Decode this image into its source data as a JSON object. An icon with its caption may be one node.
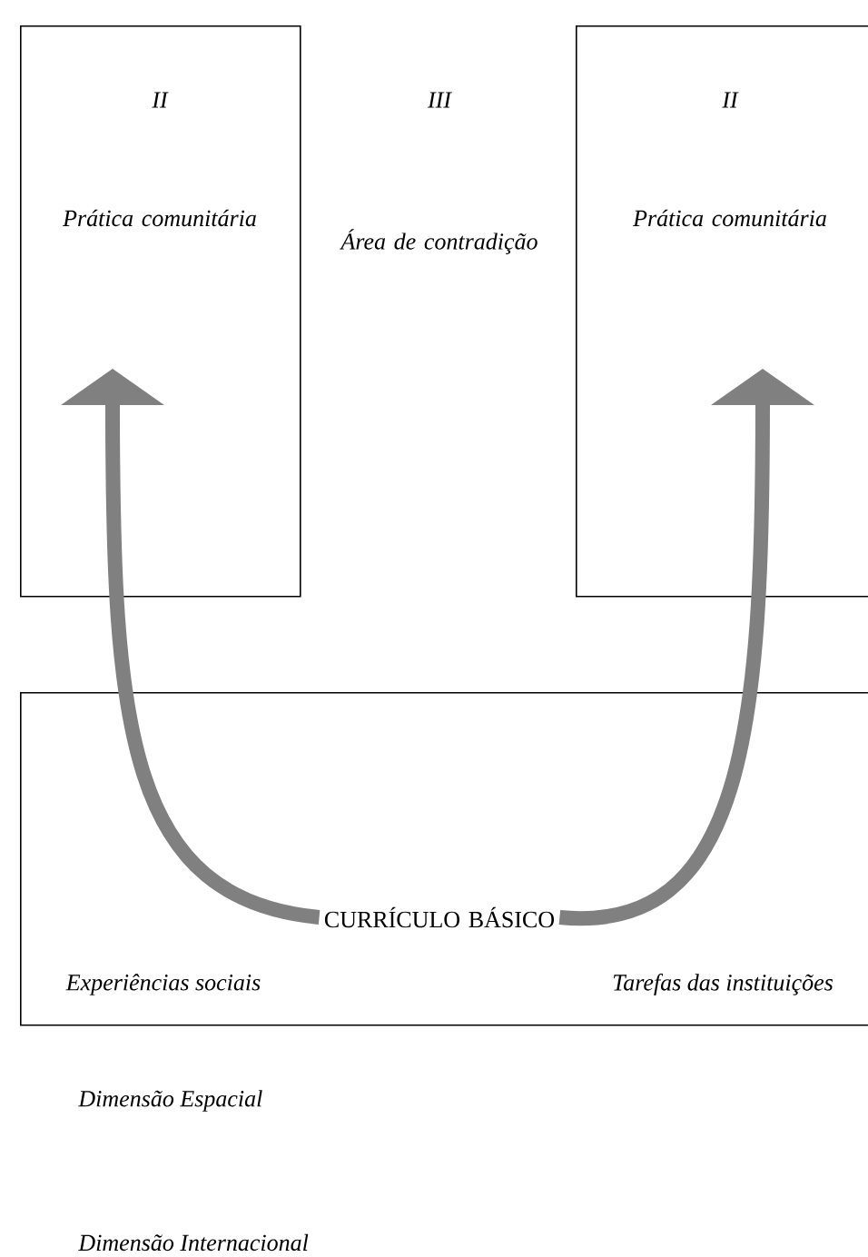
{
  "diagram": {
    "nodes": [
      {
        "text": [
          "II",
          "Prática comunitária"
        ]
      },
      {
        "text": [
          "II",
          "Prática comunitária"
        ]
      },
      {
        "text": [
          "Experiências sociais",
          "Tarefas das instituições"
        ]
      },
      {
        "text": [
          "CURRÍCULO BÁSICO"
        ],
        "in": 2
      }
    ],
    "edges": [
      {
        "from": 3,
        "to": 0,
        "arrow": "to"
      },
      {
        "from": 3,
        "to": 1,
        "arrow": "to"
      }
    ],
    "labels": [
      "III",
      "Área de contradição",
      "Dimensão Espacial",
      "Dimensão Internacional"
    ]
  }
}
